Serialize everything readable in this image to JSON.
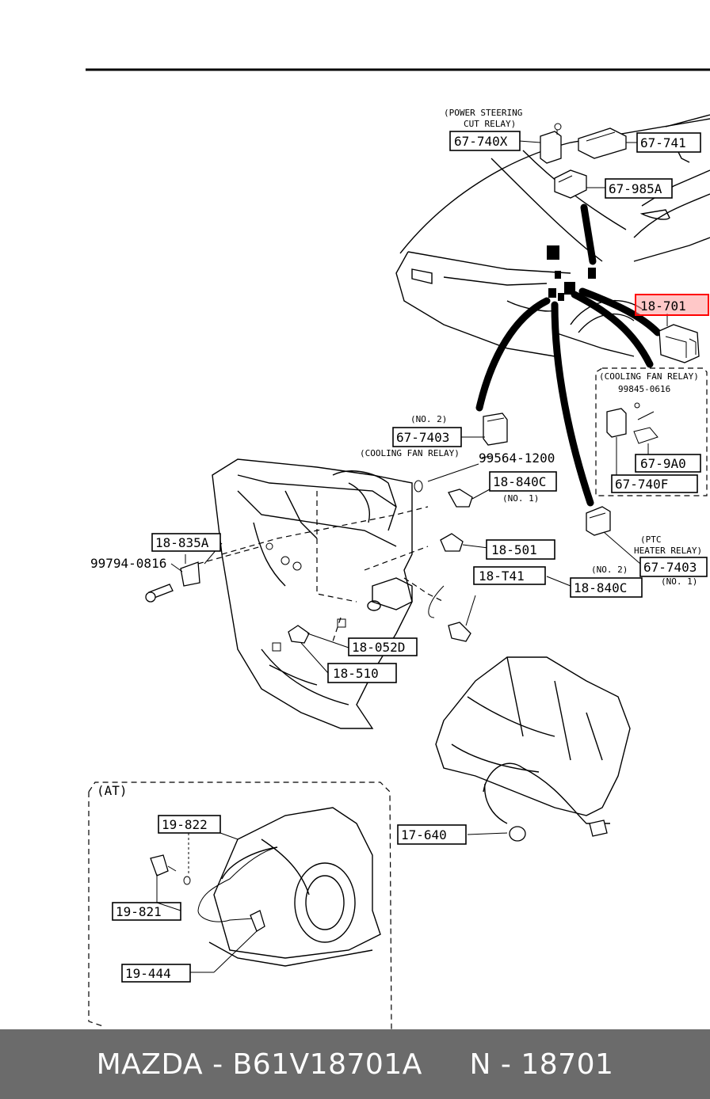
{
  "labels": {
    "power_steering_note": "(POWER STEERING",
    "power_steering_note2": "CUT RELAY)",
    "p67_740x": "67-740X",
    "p67_741": "67-741",
    "p67_985a": "67-985A",
    "p18_701": "18-701",
    "cooling_fan_relay_note": "(COOLING FAN RELAY)",
    "p99845_0616": "99845-0616",
    "p67_9a0": "67-9A0",
    "p67_740f": "67-740F",
    "no2_a": "(NO. 2)",
    "p67_7403_a": "67-7403",
    "cooling_fan_relay_note2": "(COOLING FAN RELAY)",
    "p99564_1200": "99564-1200",
    "p18_840c_a": "18-840C",
    "no1_a": "(NO. 1)",
    "p18_835a": "18-835A",
    "p99794_0816": "99794-0816",
    "p18_501": "18-501",
    "p18_t41": "18-T41",
    "no2_b": "(NO. 2)",
    "p18_840c_b": "18-840C",
    "ptc_note": "(PTC",
    "ptc_note2": "HEATER RELAY)",
    "p67_7403_b": "67-7403",
    "no1_b": "(NO. 1)",
    "p18_052d": "18-052D",
    "p18_510": "18-510",
    "at_note": "(AT)",
    "p19_822": "19-822",
    "p19_821": "19-821",
    "p19_444": "19-444",
    "p17_640": "17-640"
  },
  "highlight_color": "#ff0000",
  "footer": {
    "text": "MAZDA - B61V18701A     N - 18701"
  }
}
